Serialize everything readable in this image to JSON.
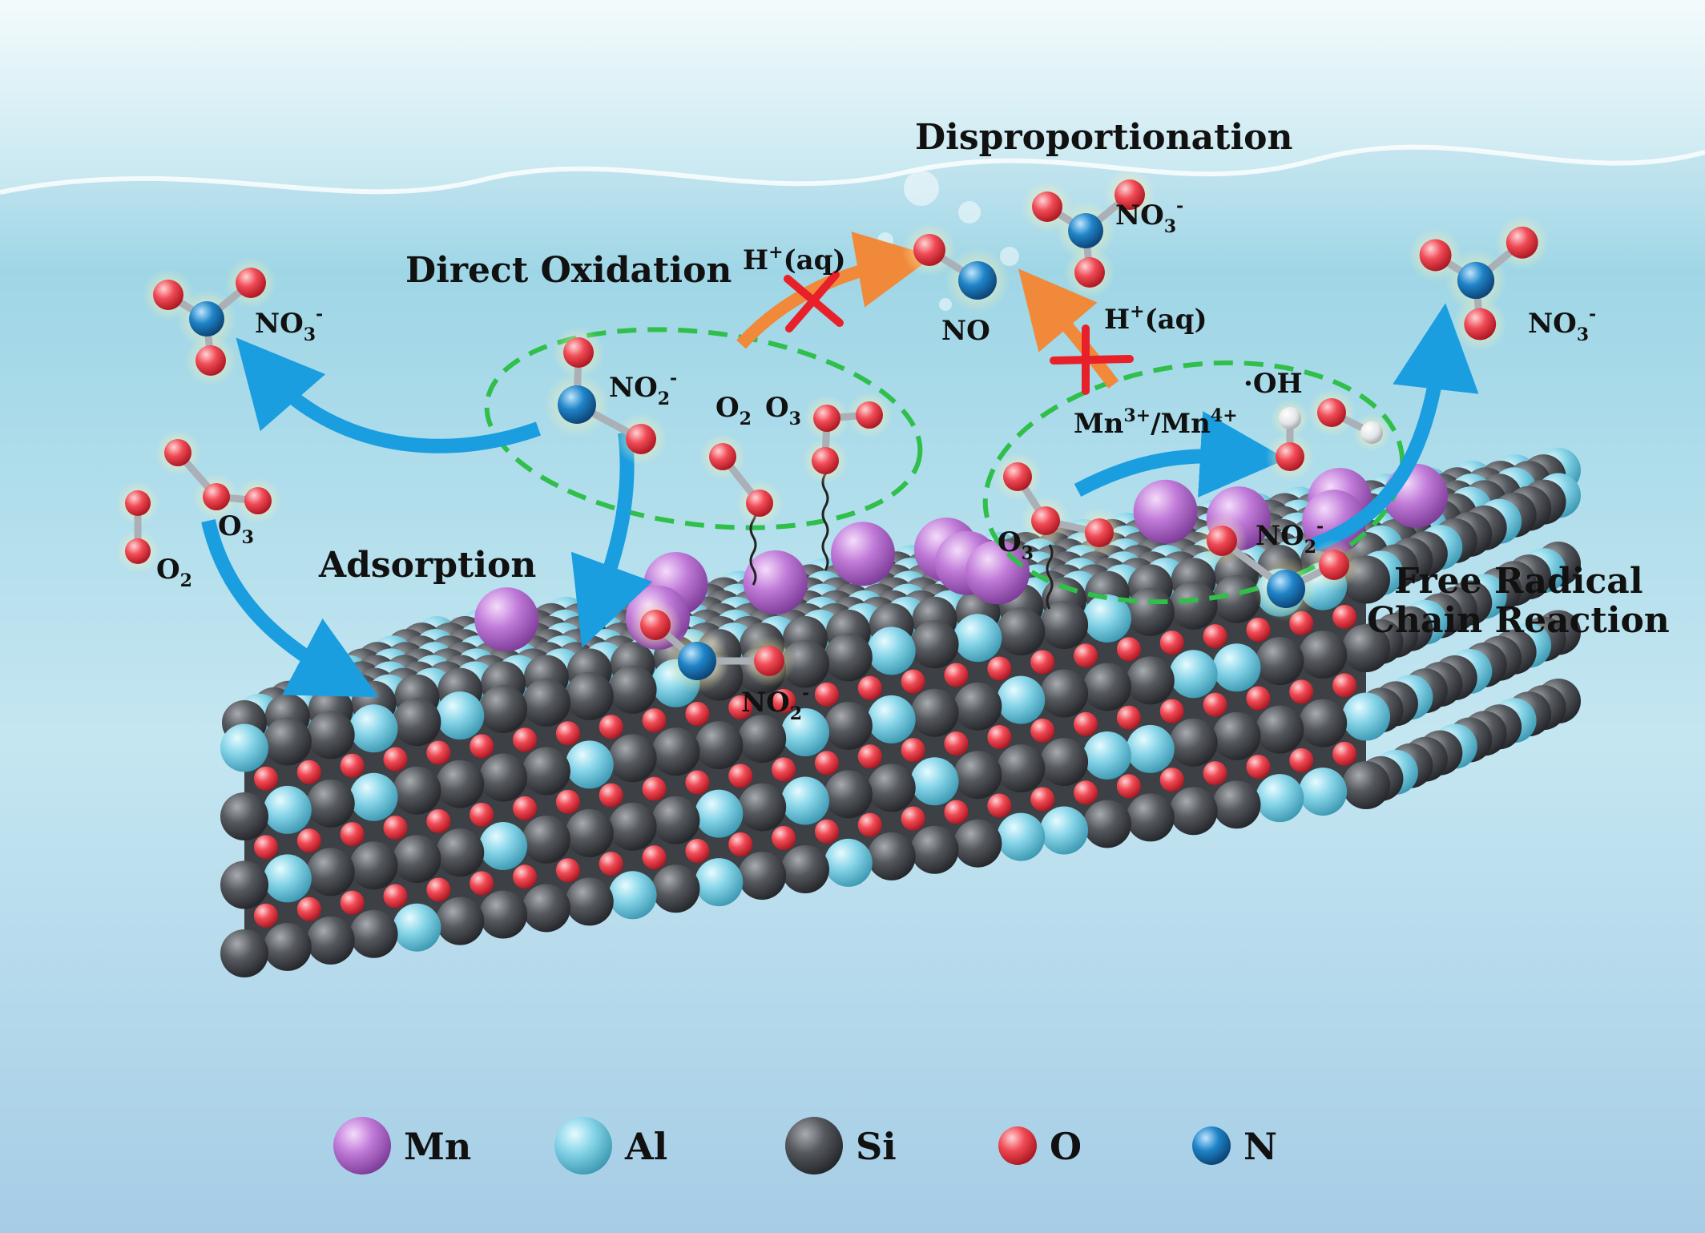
{
  "labels": {
    "direct_oxidation": "Direct Oxidation",
    "disproportionation": "Disproportionation",
    "adsorption": "Adsorption",
    "free_radical_1": "Free Radical",
    "free_radical_2": "Chain Reaction",
    "h_aq": "H",
    "h_aq_sup": "+",
    "h_aq_tail": "(aq)",
    "no": "NO",
    "oh": "·OH",
    "mn_ox": "Mn",
    "mn_ox_sup1": "3+",
    "mn_ox_mid": "/Mn",
    "mn_ox_sup2": "4+"
  },
  "species": {
    "no3": {
      "base": "NO",
      "sub": "3",
      "sup": "-"
    },
    "no2": {
      "base": "NO",
      "sub": "2",
      "sup": "-"
    },
    "o2": {
      "base": "O",
      "sub": "2"
    },
    "o3": {
      "base": "O",
      "sub": "3"
    }
  },
  "legend": [
    {
      "symbol": "Mn",
      "color": "#b86fd0"
    },
    {
      "symbol": "Al",
      "color": "#7fd2e6"
    },
    {
      "symbol": "Si",
      "color": "#4a4d52"
    },
    {
      "symbol": "O",
      "color": "#f0505a"
    },
    {
      "symbol": "N",
      "color": "#1f7fc0"
    }
  ],
  "colors": {
    "process_arrow": "#1a9ee0",
    "blocked_arrow": "#f08a3a",
    "blocked_cross": "#e8202a",
    "reaction_zone": "#2fbf4a"
  }
}
